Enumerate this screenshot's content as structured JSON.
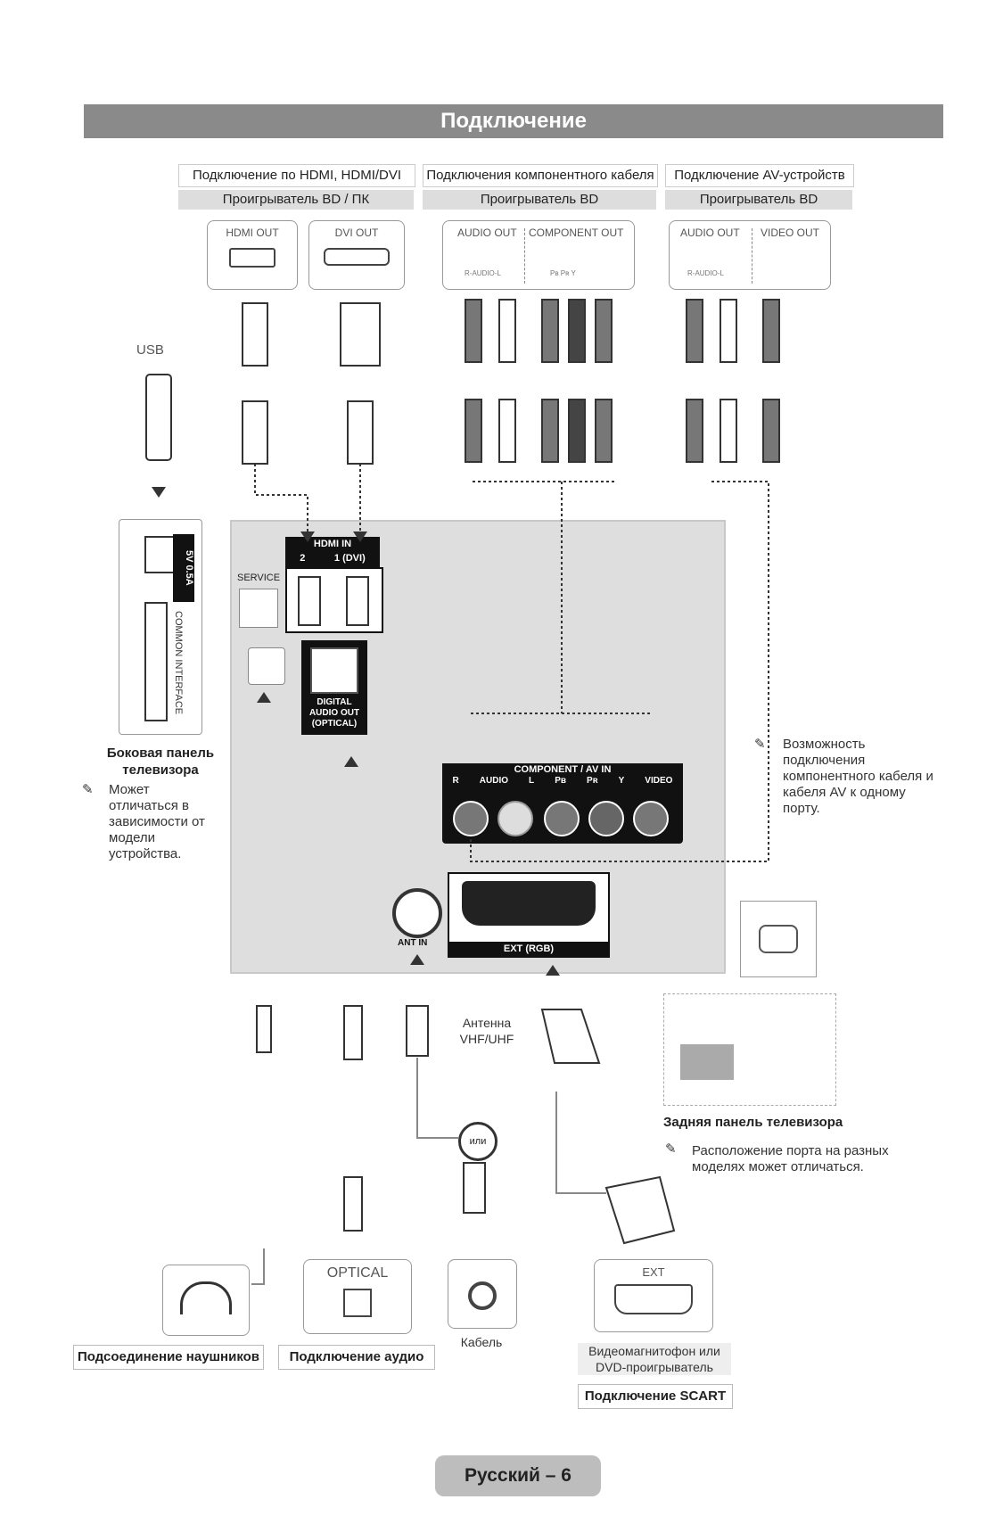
{
  "header": {
    "title": "Подключение"
  },
  "sections": [
    {
      "title": "Подключение по HDMI, HDMI/DVI",
      "device": "Проигрыватель BD / ПК",
      "ports": [
        "HDMI OUT",
        "DVI OUT"
      ]
    },
    {
      "title": "Подключения компонентного кабеля",
      "device": "Проигрыватель BD",
      "ports": [
        "AUDIO OUT",
        "COMPONENT OUT"
      ],
      "port_sub": [
        "R-AUDIO-L",
        "Pʙ Pʀ Y"
      ]
    },
    {
      "title": "Подключение AV-устройств",
      "device": "Проигрыватель BD",
      "ports": [
        "AUDIO OUT",
        "VIDEO OUT"
      ],
      "port_sub": [
        "R-AUDIO-L"
      ]
    }
  ],
  "usb": {
    "label": "USB"
  },
  "side_panel": {
    "usb_port": "5V 0.5A",
    "ci": "COMMON INTERFACE",
    "label": "Боковая панель телевизора",
    "note": "Может отличаться в зависимости от модели устройства."
  },
  "tv_rear": {
    "hdmi_in": "HDMI IN",
    "hdmi_2": "2",
    "hdmi_1": "1 (DVI)",
    "service": "SERVICE",
    "optical": "DIGITAL AUDIO OUT (OPTICAL)",
    "component_hdr": "COMPONENT / AV IN",
    "component_sub": [
      "R",
      "AUDIO",
      "L",
      "Pʙ",
      "Pʀ",
      "Y",
      "VIDEO"
    ],
    "ant_in": "ANT IN",
    "ext": "EXT (RGB)"
  },
  "component_note": "Возможность подключения компонентного кабеля и кабеля AV к одному порту.",
  "antenna": {
    "label": "Антенна VHF/UHF",
    "or": "или"
  },
  "rear_panel": {
    "label": "Задняя панель телевизора",
    "note": "Расположение порта на разных моделях может отличаться."
  },
  "bottom": {
    "headphones": "Подсоединение наушников",
    "optical_box": "OPTICAL",
    "audio": "Подключение аудио",
    "cable": "Кабель",
    "ext_box": "EXT",
    "vcr": "Видеомагнитофон или DVD-проигрыватель",
    "scart": "Подключение SCART"
  },
  "footer": {
    "page": "Русский – 6"
  },
  "colors": {
    "title_bar": "#8a8a8a",
    "panel": "#dedede",
    "black": "#111111"
  }
}
